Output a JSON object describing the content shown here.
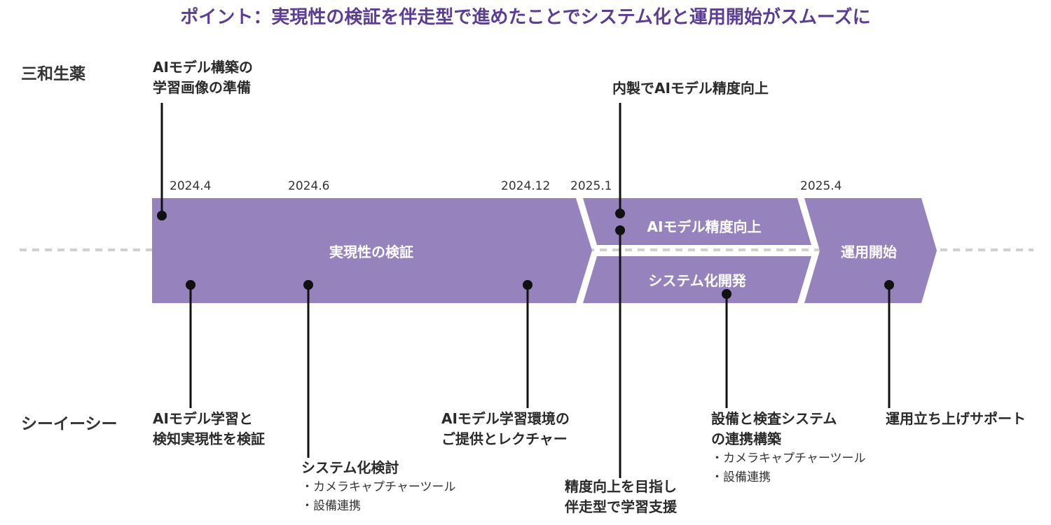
{
  "title": "ポイント：実現性の検証を伴走型で進めたことでシステム化と運用開始がスムーズに",
  "parties": {
    "top": "三和生薬",
    "bottom": "シーイーシー"
  },
  "dates": [
    "2024.4",
    "2024.6",
    "2024.12",
    "2025.1",
    "2025.4"
  ],
  "phases": {
    "verification": "実現性の検証",
    "ai_improvement": "AIモデル精度向上",
    "system_dev": "システム化開発",
    "operation": "運用開始"
  },
  "top_events": {
    "ai_prep": [
      "AIモデル構築の",
      "学習画像の準備"
    ],
    "inhouse": "内製でAIモデル精度向上"
  },
  "bottom_events": {
    "ai_learning": [
      "AIモデル学習と",
      "検知実現性を検証"
    ],
    "system_review": {
      "title": "システム化検討",
      "items": [
        "・カメラキャプチャーツール",
        "・設備連携"
      ]
    },
    "ai_env": [
      "AIモデル学習環境の",
      "ご提供とレクチャー"
    ],
    "support_learning": [
      "精度向上を目指し",
      "伴走型で学習支援"
    ],
    "integration": {
      "title": [
        "設備と検査システム",
        "の連携構築"
      ],
      "items": [
        "・カメラキャプチャーツール",
        "・設備連携"
      ]
    },
    "launch_support": "運用立ち上げサポート"
  },
  "colors": {
    "accent": "#5b3d96",
    "phase_fill": "#9683be",
    "line": "#111111",
    "dash": "#d0d0d0"
  }
}
